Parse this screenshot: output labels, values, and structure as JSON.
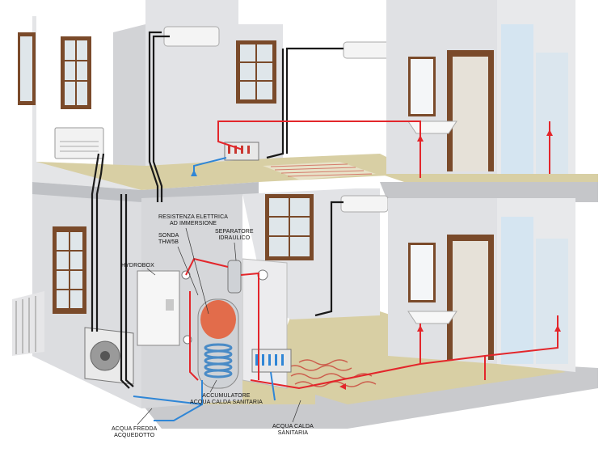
{
  "labels": {
    "resistenza_line1": "RESISTENZA ELETTRICA",
    "resistenza_line2": "AD IMMERSIONE",
    "sonda_line1": "SONDA",
    "sonda_line2": "THW5B",
    "separatore_line1": "SEPARATORE",
    "separatore_line2": "IDRAULICO",
    "hydrobox": "HYDROBOX",
    "accumulatore_line1": "ACCUMULATORE",
    "accumulatore_line2": "ACQUA CALDA SANITARIA",
    "acqua_fredda_line1": "ACQUA FREDDA",
    "acqua_fredda_line2": "ACQUEDOTTO",
    "acqua_calda_line1": "ACQUA CALDA",
    "acqua_calda_line2": "SANITARIA"
  },
  "colors": {
    "wall": "#dcdde0",
    "wall_light": "#ececee",
    "wall_dark": "#bfc1c5",
    "floor": "#d8cfa4",
    "wood": "#7a4a2a",
    "hot_pipe": "#e3262b",
    "cold_pipe": "#2f86d6",
    "black_pipe": "#1a1a1a",
    "shower_glass": "#cfe4f2",
    "floor_heating": "#c8372f"
  }
}
